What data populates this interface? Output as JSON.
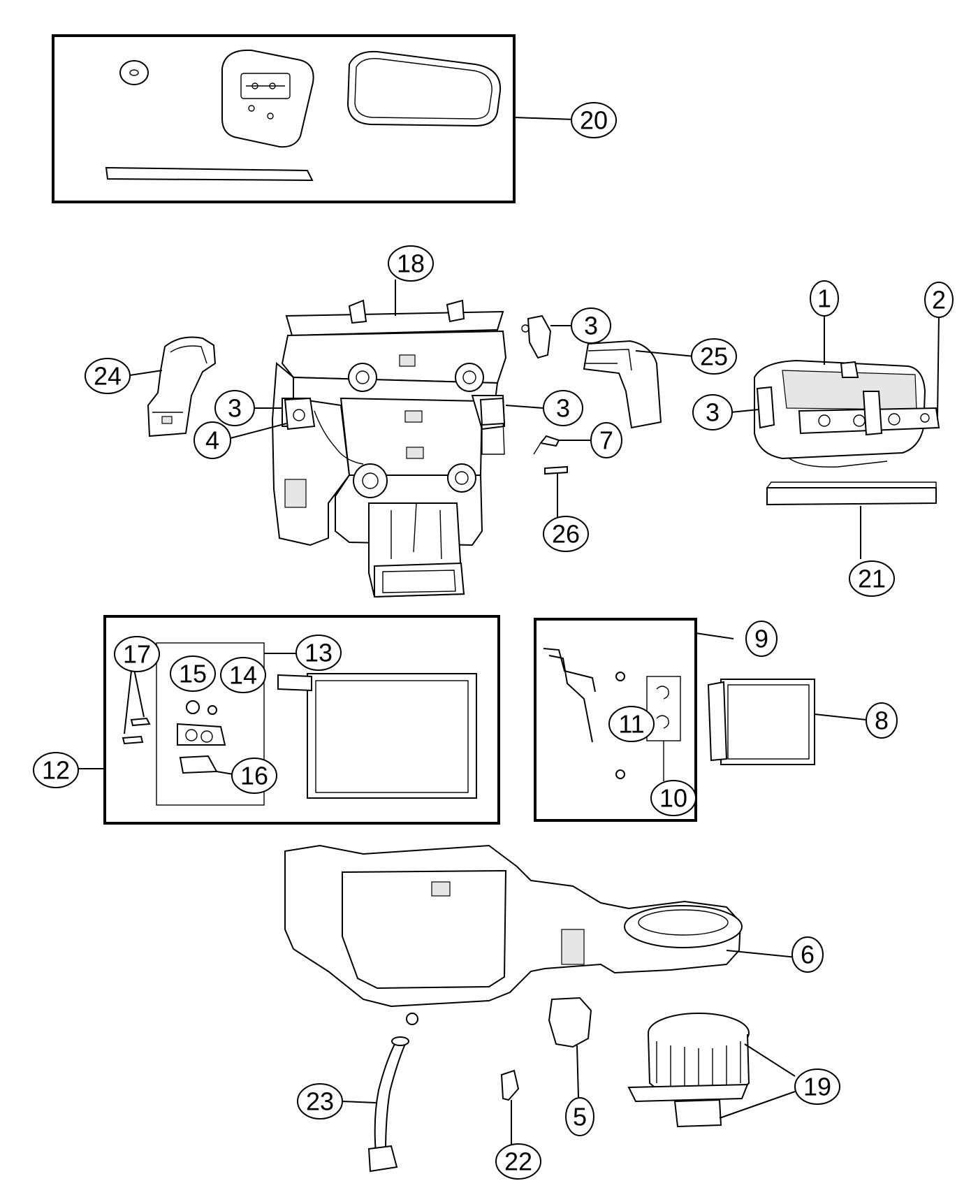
{
  "callouts": {
    "c1": "1",
    "c2": "2",
    "c3a": "3",
    "c3b": "3",
    "c3c": "3",
    "c3d": "3",
    "c4": "4",
    "c5": "5",
    "c6": "6",
    "c7": "7",
    "c8": "8",
    "c9": "9",
    "c10": "10",
    "c11": "11",
    "c12": "12",
    "c13": "13",
    "c14": "14",
    "c15": "15",
    "c16": "16",
    "c17": "17",
    "c18": "18",
    "c19": "19",
    "c20": "20",
    "c21": "21",
    "c22": "22",
    "c23": "23",
    "c24": "24",
    "c25": "25",
    "c26": "26"
  }
}
